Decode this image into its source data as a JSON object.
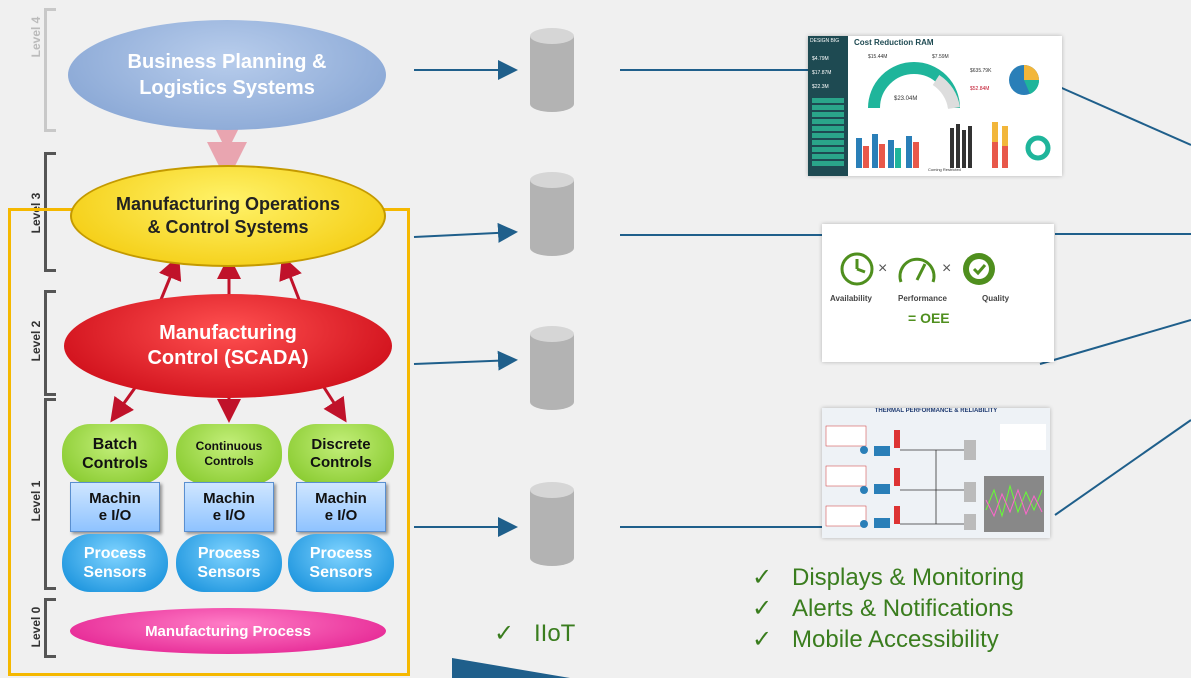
{
  "levels": {
    "level4": "Level 4",
    "level3": "Level 3",
    "level2": "Level 2",
    "level1": "Level 1",
    "level0": "Level 0"
  },
  "systems": {
    "business": "Business Planning & Logistics Systems",
    "mom": "Manufacturing Operations & Control Systems",
    "scada": "Manufacturing Control (SCADA)",
    "batch": "Batch Controls",
    "continuous": "Continuous Controls",
    "discrete": "Discrete Controls",
    "machine_io": "Machin e I/O",
    "sensors": "Process Sensors",
    "process": "Manufacturing Process"
  },
  "dashboards": {
    "ram": {
      "brand": "DESIGN BIG",
      "title": "Cost Reduction RAM",
      "kpi1": "$15.44M",
      "kpi2": "$7.59M",
      "kpi3": "$635.79K",
      "kpi4": "$52.84M",
      "gauge_value": "$23.04M",
      "legend": "Coming Restricted",
      "side_values": [
        "$4.79M",
        "$17.87M",
        "$22.3M"
      ]
    },
    "oee": {
      "availability": "Availability",
      "performance": "Performance",
      "quality": "Quality",
      "result": "= OEE",
      "times": "×"
    },
    "thermal": {
      "title": "THERMAL PERFORMANCE & RELIABILITY"
    }
  },
  "features": {
    "iiot": "IIoT",
    "items": [
      "Displays & Monitoring",
      "Alerts & Notifications",
      "Mobile Accessibility"
    ]
  },
  "colors": {
    "business": "#8eaad8",
    "mom": "#ffd700",
    "scada": "#d81020",
    "controls": "#9ad93a",
    "sensors": "#1aa0e8",
    "process": "#ff2aa0",
    "line": "#1f5f8b",
    "highlight": "#f5b800",
    "check": "#3a7d1e"
  }
}
